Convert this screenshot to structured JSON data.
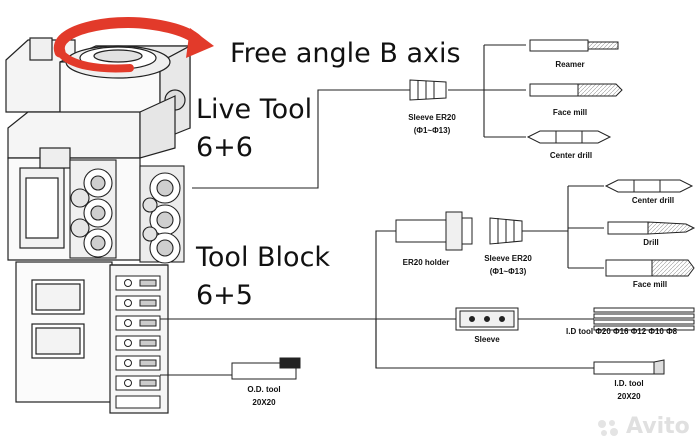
{
  "headings": {
    "b_axis": "Free angle B axis",
    "live_tool": "Live Tool",
    "live_tool_count": "6+6",
    "tool_block": "Tool Block",
    "tool_block_count": "6+5"
  },
  "live_tool_branch": {
    "sleeve_label": "Sleeve ER20",
    "sleeve_range": "(Φ1~Φ13)",
    "tools": [
      "Reamer",
      "Face mill",
      "Center drill"
    ]
  },
  "tool_block_branch": {
    "holder_label": "ER20 holder",
    "sleeve_label": "Sleeve ER20",
    "sleeve_range": "(Φ1~Φ13)",
    "tools": [
      "Center drill",
      "Drill",
      "Face mill"
    ],
    "sleeve_part": "Sleeve",
    "id_tool_sizes": "I.D tool Φ20 Φ16 Φ12 Φ10 Φ8",
    "id_tool_label": "I.D. tool",
    "id_tool_size": "20X20",
    "od_tool_label": "O.D. tool",
    "od_tool_size": "20X20"
  },
  "watermark": "Avito",
  "colors": {
    "rotation_arrow": "#e23a2a",
    "line": "#222222"
  }
}
